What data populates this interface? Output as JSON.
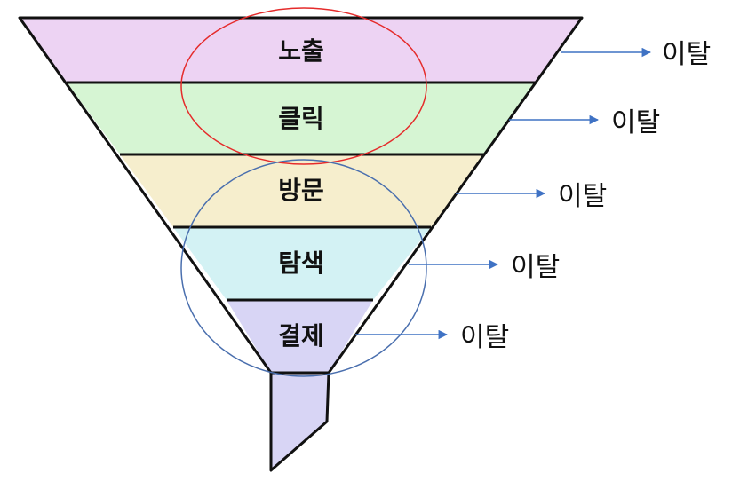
{
  "stages": [
    {
      "label": "노출",
      "color": "#edd3f3"
    },
    {
      "label": "클릭",
      "color": "#d6f5d3"
    },
    {
      "label": "방문",
      "color": "#f6eecd"
    },
    {
      "label": "탐색",
      "color": "#d3f2f4"
    },
    {
      "label": "결제",
      "color": "#d8d5f5"
    }
  ],
  "exit_label": "이탈",
  "colors": {
    "outline": "#111111",
    "spout": "#d8d5f5",
    "exit_arrow": "#3f72c4",
    "highlight_top": "#e52b2b",
    "highlight_bottom": "#4a6fae"
  }
}
